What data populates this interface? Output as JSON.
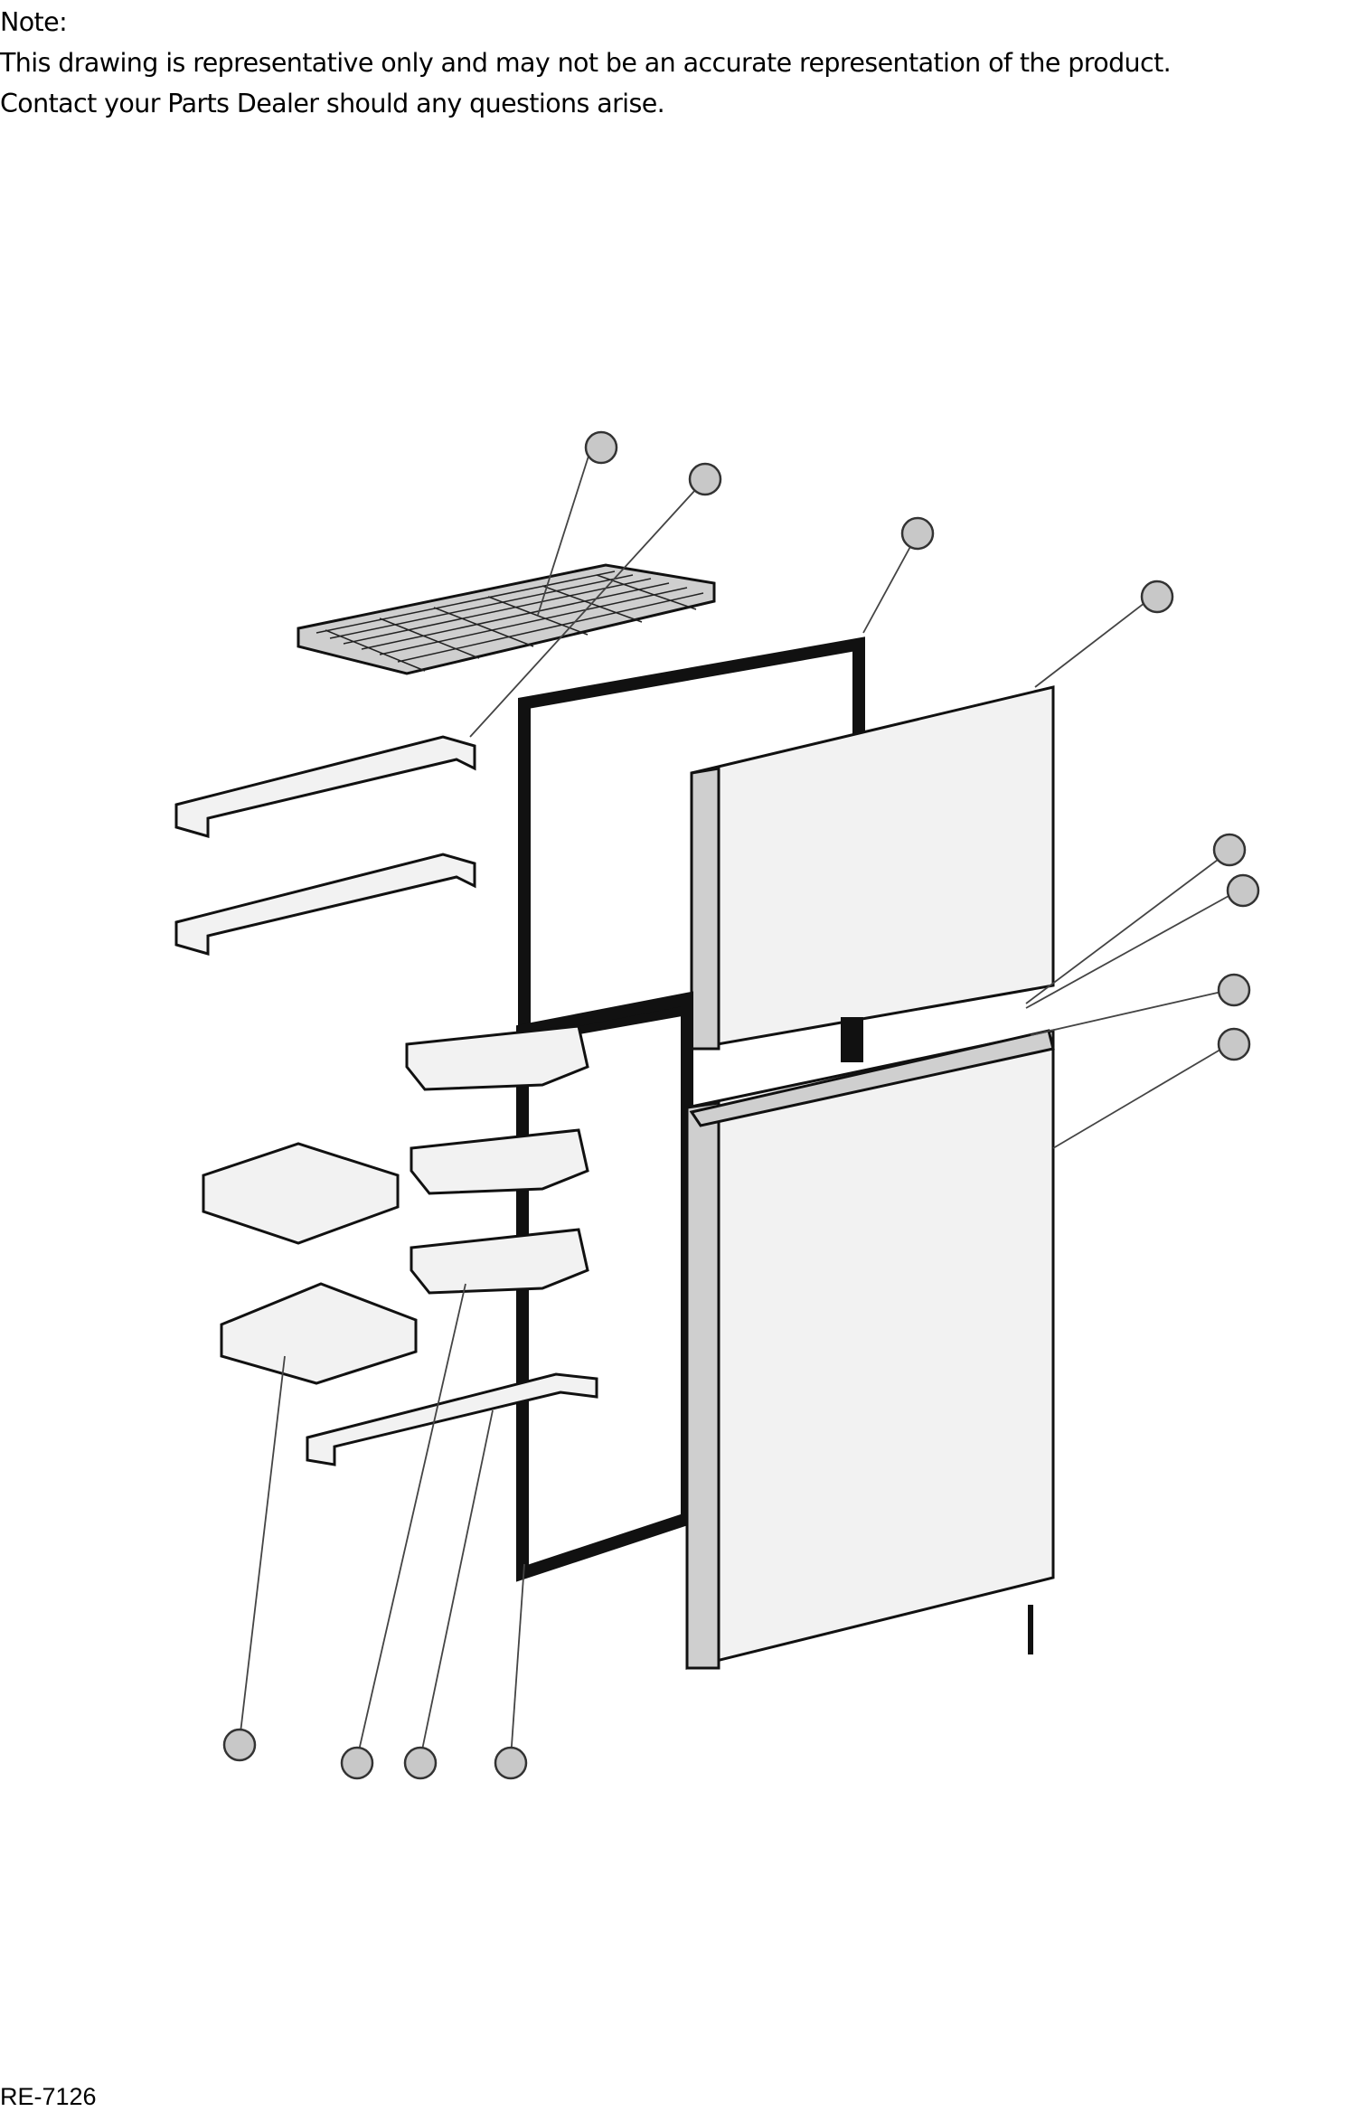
{
  "note": {
    "heading": "Note:",
    "line1": "This drawing is representative only and may not be an accurate representation of the product.",
    "line2": "Contact your Parts Dealer should any questions arise."
  },
  "diagram_code": "RE-7126"
}
